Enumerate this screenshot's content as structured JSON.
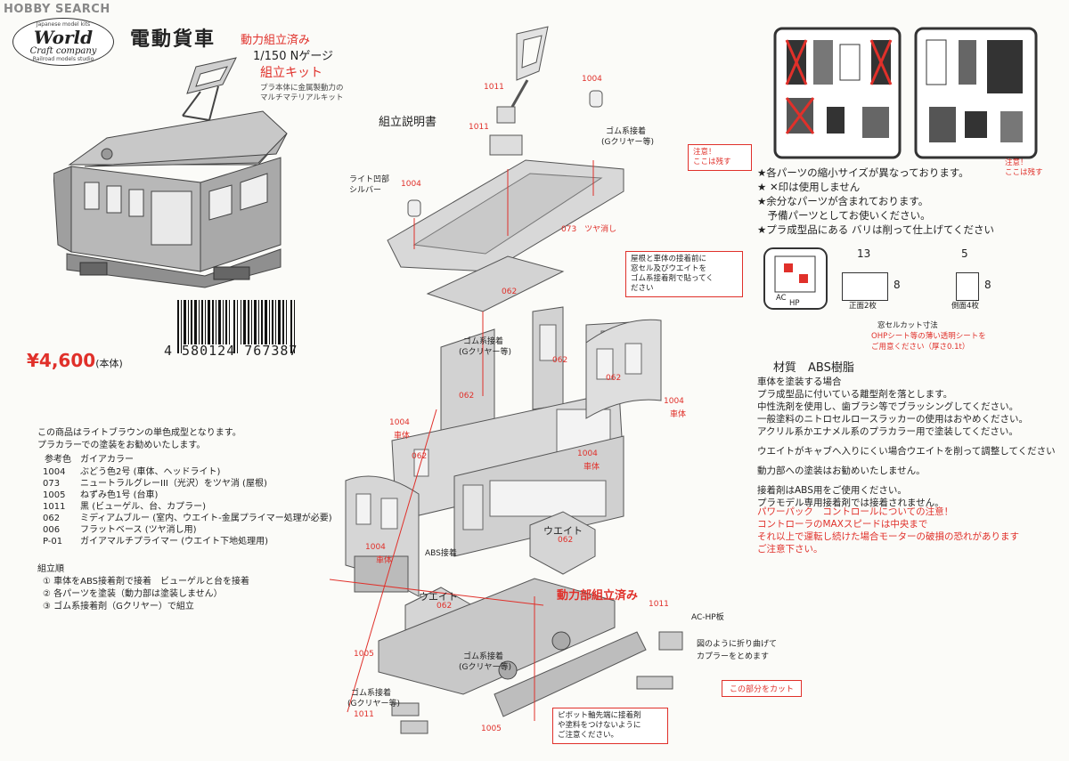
{
  "watermark": "HOBBY SEARCH",
  "logo": {
    "world": "World",
    "craft": "Craft company",
    "top": "Japanese model kits",
    "bottom": "Railroad models studio"
  },
  "header": {
    "title": "電動貨車",
    "powered": "動力組立済み",
    "scale": "1/150 Nゲージ",
    "kit": "組立キット",
    "material_note_1": "プラ本体に金属製動力の",
    "material_note_2": "マルチマテリアルキット"
  },
  "price": {
    "value": "¥4,600",
    "suffix": "(本体)"
  },
  "barcode": {
    "number": "4 580124 767387"
  },
  "manual_title": "組立説明書",
  "intro": [
    "この商品はライトブラウンの単色成型となります。",
    "プラカラーでの塗装をお勧めいたします。"
  ],
  "paint_ref": {
    "heading": "参考色　ガイアカラー",
    "rows": [
      {
        "code": "1004",
        "name": "ぶどう色2号",
        "use": "(車体、ヘッドライト)"
      },
      {
        "code": "073",
        "name": "ニュートラルグレーIII（光沢）をツヤ消",
        "use": "(屋根)"
      },
      {
        "code": "1005",
        "name": "ねずみ色1号",
        "use": "(台車)"
      },
      {
        "code": "1011",
        "name": "黒",
        "use": "(ビューゲル、台、カプラー)"
      },
      {
        "code": "062",
        "name": "ミディアムブルー",
        "use": "(室内、ウエイト-金属プライマー処理が必要)"
      },
      {
        "code": "006",
        "name": "フラットベース",
        "use": "(ツヤ消し用)"
      },
      {
        "code": "P-01",
        "name": "ガイアマルチプライマー",
        "use": "(ウエイト下地処理用)"
      }
    ]
  },
  "assembly": {
    "heading": "組立順",
    "steps": [
      "① 車体をABS接着剤で接着　ビューゲルと台を接着",
      "② 各パーツを塗装（動力部は塗装しません）",
      "③ ゴム系接着剤（Gクリヤー）で組立"
    ]
  },
  "diagram": {
    "c1011a": "1011",
    "c1011b": "1011",
    "c1004a": "1004",
    "rubber1": "ゴム系接着",
    "rubber1b": "(Gクリヤー等)",
    "light1": "ライト凹部",
    "light2": "シルバー",
    "c1004b": "1004",
    "roof_note": "073　ツヤ消し",
    "window_note": [
      "屋根と車体の接着前に",
      "窓セル及びウエイトを",
      "ゴム系接着剤で貼ってく",
      "ださい"
    ],
    "p062a": "062",
    "rubber2": "ゴム系接着",
    "rubber2b": "(Gクリヤー等)",
    "p062b": "062",
    "p062c": "062",
    "p062d": "062",
    "p062e": "062",
    "body1004a": "1004",
    "body1004a_l": "車体",
    "body1004b": "1004",
    "body1004b_l": "車体",
    "body1004c": "1004",
    "body1004c_l": "車体",
    "body1004d": "1004",
    "body1004d_l": "車体",
    "abs": "ABS接着",
    "weight1": "ウエイト",
    "weight1c": "062",
    "weight2": "ウエイト",
    "weight2c": "062",
    "powered": "動力部組立済み",
    "c1005a": "1005",
    "c1005b": "1005",
    "c1011c": "1011",
    "rubber3": "ゴム系接着",
    "rubber3b": "(Gクリヤー等)",
    "rubber4": "ゴム系接着",
    "rubber4b": "(Gクリヤー等)",
    "c1011d": "1011",
    "achp": "AC-HP板",
    "fold_note": [
      "図のように折り曲げて",
      "カプラーをとめます"
    ],
    "cut_note": "この部分をカット",
    "pivot_note": [
      "ピボット軸先端に接着剤",
      "や塗料をつけないように",
      "ご注意ください。"
    ]
  },
  "sprue": {
    "caution1": "注意！\nここは残す",
    "caution2": "注意！\nここは残す"
  },
  "notes_star": [
    "★各パーツの縮小サイズが異なっております。",
    "★ ✕印は使用しません",
    "★余分なパーツが含まれております。",
    "　予備パーツとしてお使いください。",
    "★プラ成型品にある バリは削って仕上げてください"
  ],
  "window_cell": {
    "w1": "13",
    "h1": "8",
    "label1": "正面2枚",
    "w2": "5",
    "h2": "8",
    "label2": "側面4枚",
    "title": "窓セルカット寸法",
    "note1": "OHPシート等の薄い透明シートを",
    "note2": "ご用意ください（厚さ0.1t）",
    "ac": "AC",
    "hp": "HP"
  },
  "material": {
    "heading": "材質　ABS樹脂",
    "paras": [
      "車体を塗装する場合",
      "プラ成型品に付いている離型剤を落とします。",
      "中性洗剤を使用し、歯ブラシ等でブラッシングしてください。",
      "一般塗料のニトロセルロースラッカーの使用はおやめください。",
      "アクリル系かエナメル系のプラカラー用で塗装してください。",
      "",
      "ウエイトがキャブへ入りにくい場合ウエイトを削って調整してください",
      "",
      "動力部への塗装はお勧めいたしません。",
      "",
      "接着剤はABS用をご使用ください。",
      "プラモデル専用接着剤では接着されません。"
    ],
    "warning": [
      "パワーパック　コントロールについての注意！",
      "コントローラのMAXスピードは中央まで",
      "それ以上で運転し続けた場合モーターの破損の恐れがあります",
      "ご注意下さい。"
    ]
  }
}
